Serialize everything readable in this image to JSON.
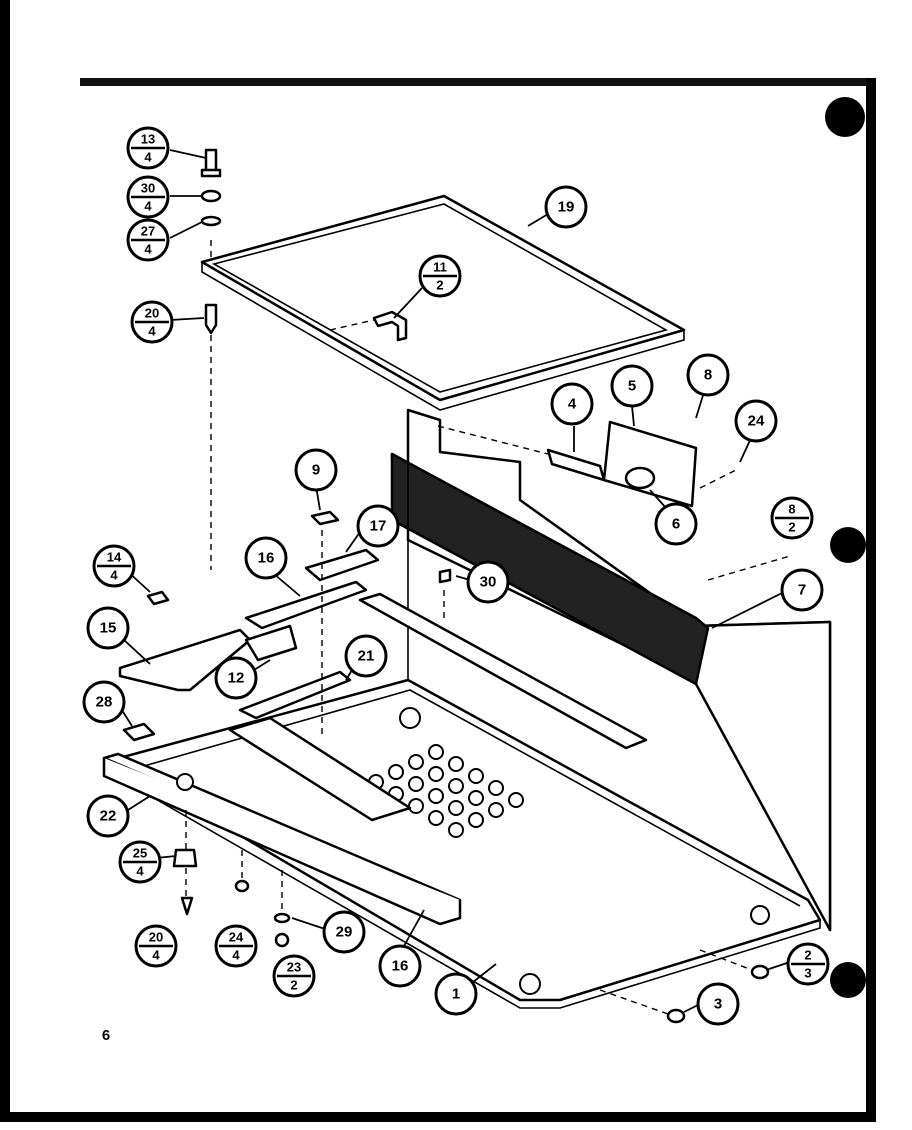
{
  "page_number": "6",
  "callouts": [
    {
      "id": "c-13-4",
      "top": "13",
      "bottom": "4"
    },
    {
      "id": "c-30-4",
      "top": "30",
      "bottom": "4"
    },
    {
      "id": "c-27-4",
      "top": "27",
      "bottom": "4"
    },
    {
      "id": "c-20-4a",
      "top": "20",
      "bottom": "4"
    },
    {
      "id": "c-11-2",
      "top": "11",
      "bottom": "2"
    },
    {
      "id": "c-19",
      "label": "19"
    },
    {
      "id": "c-4",
      "label": "4"
    },
    {
      "id": "c-5",
      "label": "5"
    },
    {
      "id": "c-8a",
      "label": "8"
    },
    {
      "id": "c-24a",
      "label": "24"
    },
    {
      "id": "c-6",
      "label": "6"
    },
    {
      "id": "c-8-2",
      "top": "8",
      "bottom": "2"
    },
    {
      "id": "c-7",
      "label": "7"
    },
    {
      "id": "c-9",
      "label": "9"
    },
    {
      "id": "c-17",
      "label": "17"
    },
    {
      "id": "c-16a",
      "label": "16"
    },
    {
      "id": "c-30",
      "label": "30"
    },
    {
      "id": "c-14-4",
      "top": "14",
      "bottom": "4"
    },
    {
      "id": "c-15",
      "label": "15"
    },
    {
      "id": "c-12",
      "label": "12"
    },
    {
      "id": "c-21",
      "label": "21"
    },
    {
      "id": "c-28",
      "label": "28"
    },
    {
      "id": "c-22",
      "label": "22"
    },
    {
      "id": "c-25-4",
      "top": "25",
      "bottom": "4"
    },
    {
      "id": "c-20-4b",
      "top": "20",
      "bottom": "4"
    },
    {
      "id": "c-24-4",
      "top": "24",
      "bottom": "4"
    },
    {
      "id": "c-29",
      "label": "29"
    },
    {
      "id": "c-23-2",
      "top": "23",
      "bottom": "2"
    },
    {
      "id": "c-16b",
      "label": "16"
    },
    {
      "id": "c-1",
      "label": "1"
    },
    {
      "id": "c-3",
      "label": "3"
    },
    {
      "id": "c-2-3",
      "top": "2",
      "bottom": "3"
    }
  ]
}
